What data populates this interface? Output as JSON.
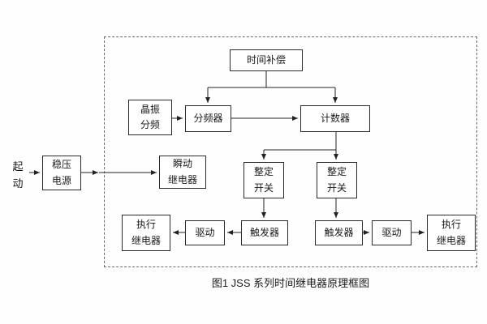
{
  "diagram": {
    "caption": "图1  JSS  系列时间继电器原理框图",
    "start_label": "起\n动",
    "blocks": {
      "time_compensation": "时间补偿",
      "crystal_divider": "晶振\n分频",
      "frequency_divider": "分频器",
      "counter": "计数器",
      "power_supply": "稳压\n电源",
      "instant_relay": "瞬动\n继电器",
      "setting_switch_left": "整定\n开关",
      "setting_switch_right": "整定\n开关",
      "trigger_left": "触发器",
      "trigger_right": "触发器",
      "drive_left": "驱动",
      "drive_right": "驱动",
      "exec_relay_left": "执行\n继电器",
      "exec_relay_right": "执行\n继电器"
    },
    "colors": {
      "line": "#222222",
      "box_border": "#2a2a2a",
      "dashed_border": "#6a6a6a"
    }
  }
}
